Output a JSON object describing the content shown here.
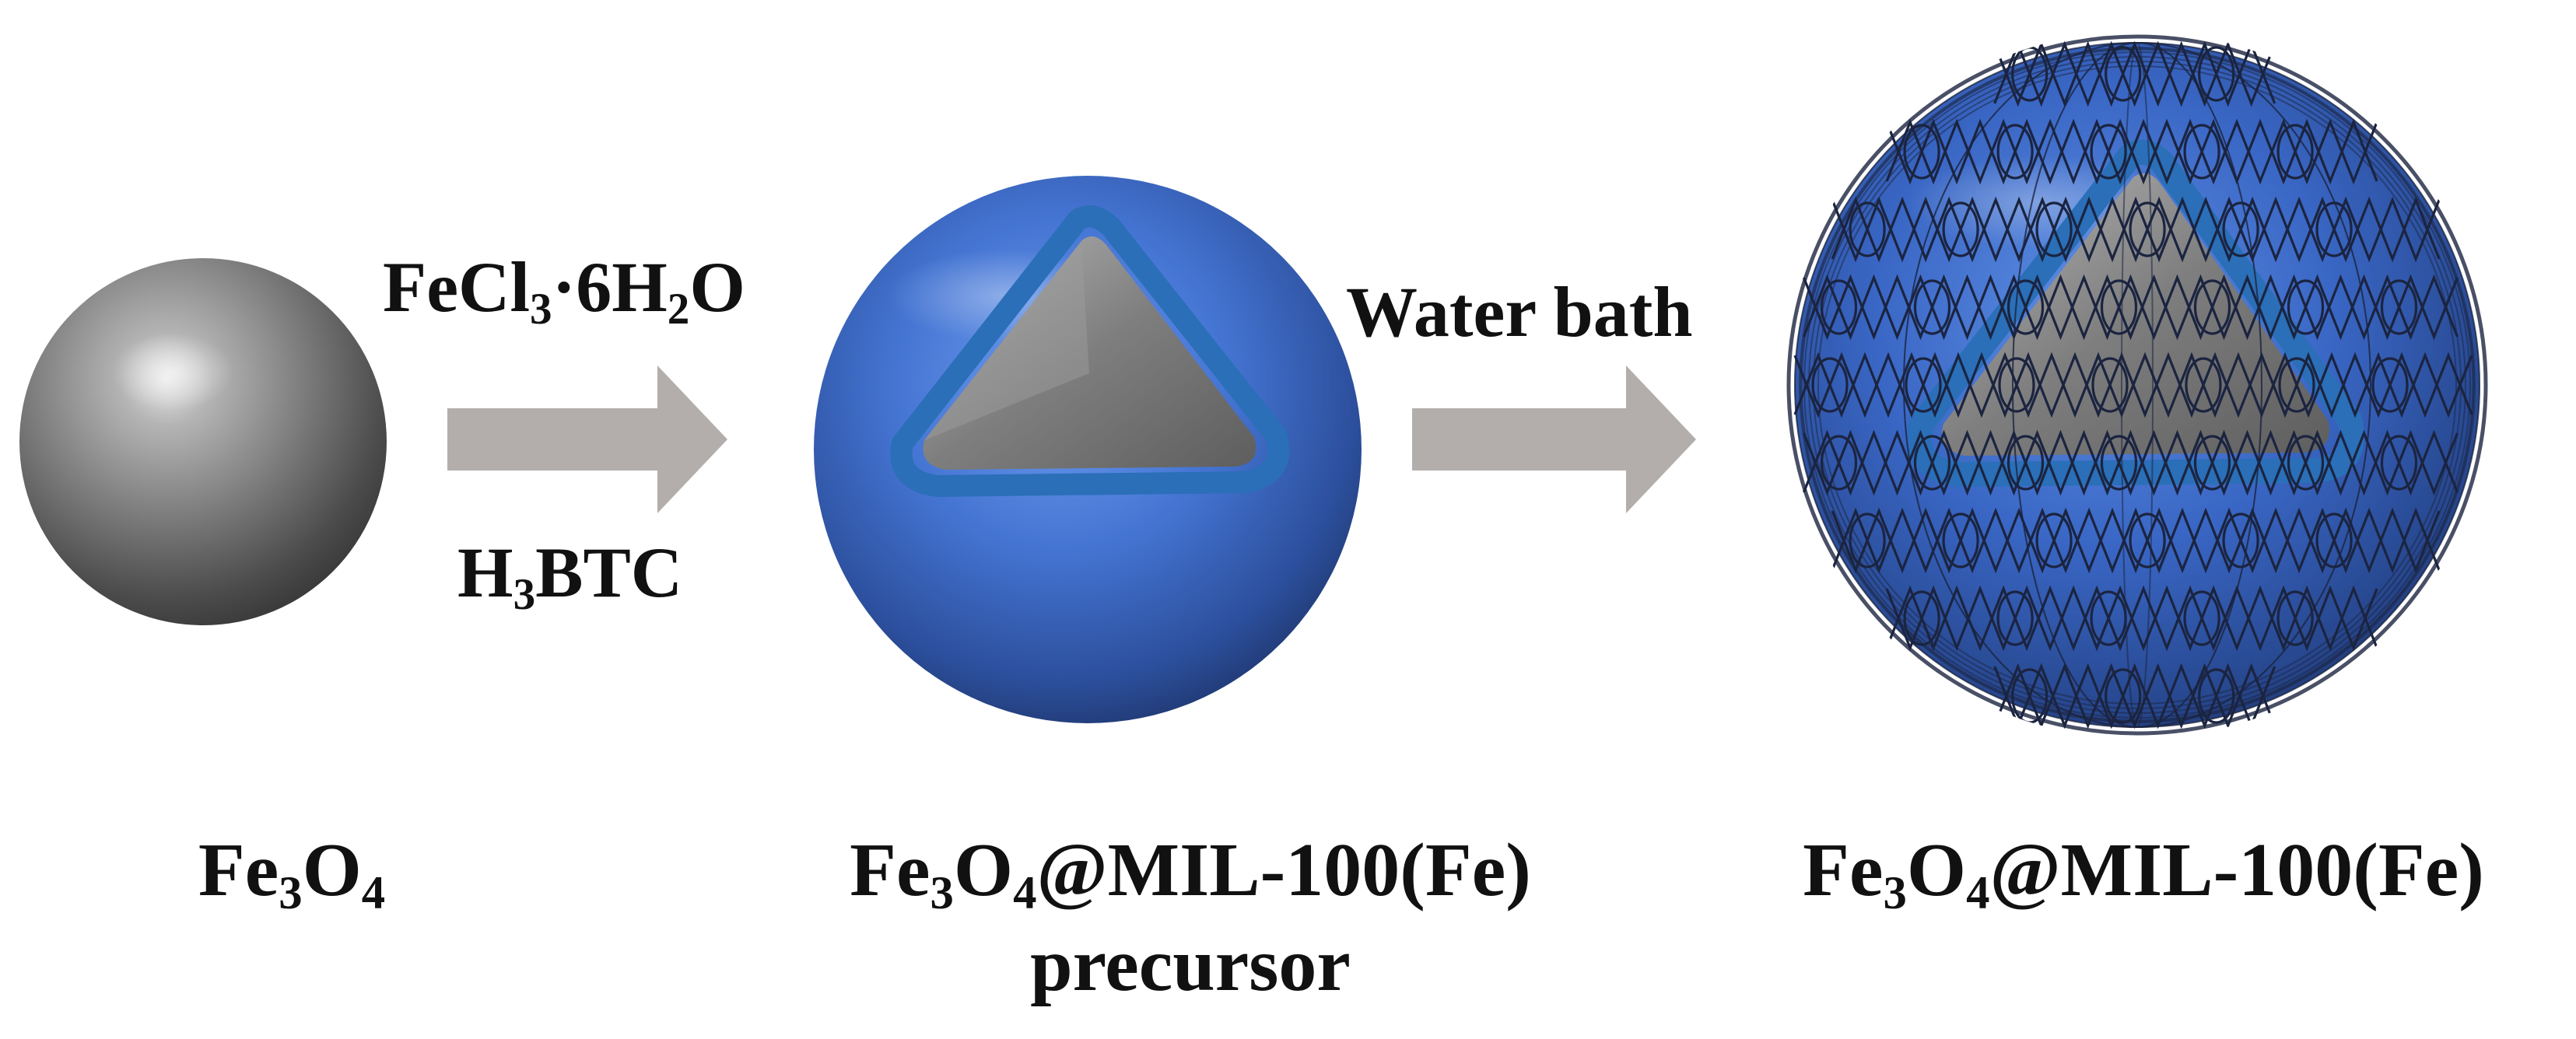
{
  "step1": {
    "reagent_top": {
      "pre": "FeCl",
      "sub1": "3",
      "mid": "·6H",
      "sub2": "2",
      "post": "O"
    },
    "reagent_bottom": {
      "pre": "H",
      "sub1": "3",
      "post": "BTC"
    }
  },
  "step2": {
    "condition": "Water bath"
  },
  "particle1": {
    "label": {
      "pre": "Fe",
      "sub1": "3",
      "mid": "O",
      "sub2": "4",
      "post": ""
    }
  },
  "particle2": {
    "label": {
      "pre": "Fe",
      "sub1": "3",
      "mid": "O",
      "sub2": "4",
      "post": "@MIL-100(Fe)"
    },
    "label_line2": "precursor"
  },
  "particle3": {
    "label": {
      "pre": "Fe",
      "sub1": "3",
      "mid": "O",
      "sub2": "4",
      "post": "@MIL-100(Fe)"
    }
  },
  "colors": {
    "core_gray": "#6f6f6f",
    "shell_blue": "#3a68c4",
    "shell_ring": "#2a6fb8",
    "arrow_gray": "#b3aeac",
    "mesh_dark": "#1b2440",
    "text": "#111111"
  }
}
